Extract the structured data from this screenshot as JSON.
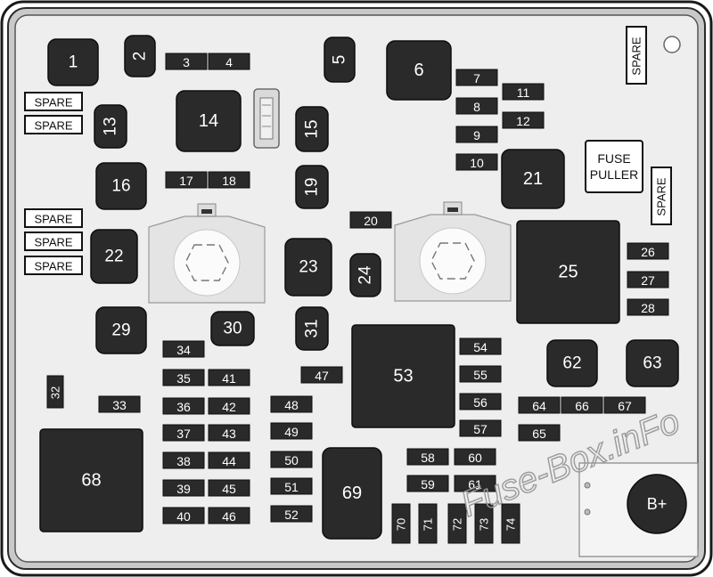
{
  "diagram": {
    "relays_large": [
      "14",
      "6",
      "21",
      "25",
      "53",
      "68",
      "69"
    ],
    "relays_medium": [
      "1",
      "2",
      "5",
      "13",
      "15",
      "16",
      "19",
      "22",
      "23",
      "24",
      "29",
      "30",
      "31",
      "62",
      "63"
    ],
    "fuses": [
      "3",
      "4",
      "7",
      "8",
      "9",
      "10",
      "11",
      "12",
      "17",
      "18",
      "20",
      "26",
      "27",
      "28",
      "32",
      "33",
      "34",
      "35",
      "36",
      "37",
      "38",
      "39",
      "40",
      "41",
      "42",
      "43",
      "44",
      "45",
      "46",
      "47",
      "48",
      "49",
      "50",
      "51",
      "52",
      "54",
      "55",
      "56",
      "57",
      "58",
      "59",
      "60",
      "61",
      "64",
      "65",
      "66",
      "67",
      "70",
      "71",
      "72",
      "73",
      "74"
    ],
    "spare_label": "SPARE",
    "fuse_puller_line1": "FUSE",
    "fuse_puller_line2": "PULLER",
    "terminal_label": "B+",
    "watermark": "Fuse-Box.inFo"
  }
}
